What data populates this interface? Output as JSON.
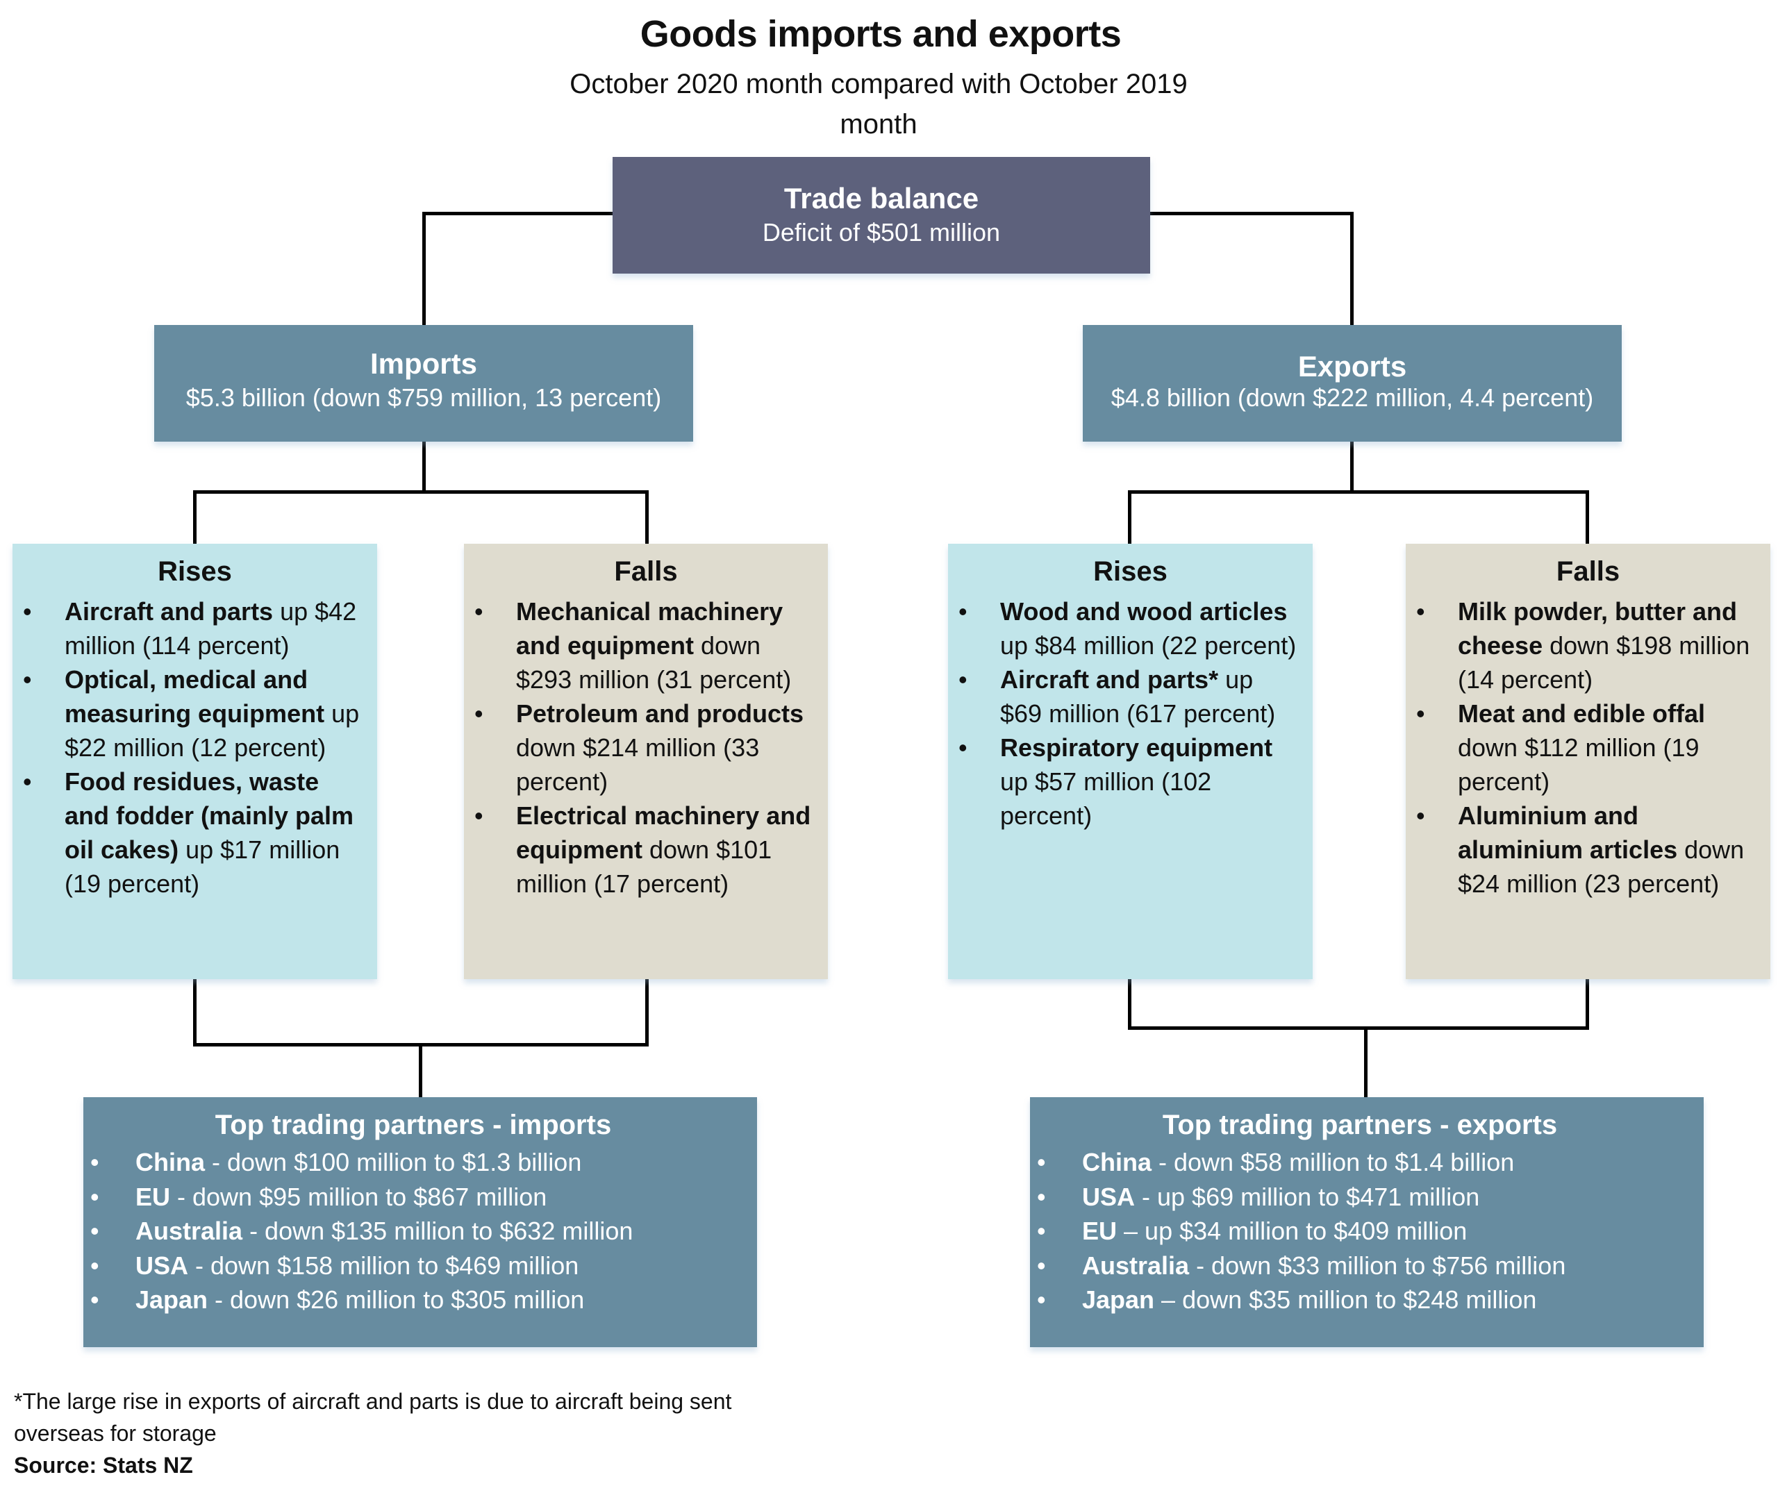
{
  "header": {
    "title": "Goods imports and exports",
    "subtitle_line1": "October 2020 month compared with October 2019",
    "subtitle_line2": "month"
  },
  "colors": {
    "trade_balance": "#5d617c",
    "summary_boxes": "#678ca0",
    "rises": "#c1e5ea",
    "falls": "#dfdccf",
    "connector": "#000000"
  },
  "trade_balance": {
    "title": "Trade balance",
    "value": "Deficit of $501 million"
  },
  "imports": {
    "title": "Imports",
    "value": "$5.3 billion (down $759 million, 13 percent)",
    "rises": {
      "title": "Rises",
      "items": [
        {
          "bold": "Aircraft and parts",
          "text": " up $42 million (114 percent)"
        },
        {
          "bold": "Optical, medical and measuring equipment",
          "text": " up $22 million (12 percent)"
        },
        {
          "bold": "Food residues, waste and fodder (mainly palm oil cakes)",
          "text": " up $17 million (19 percent)"
        }
      ]
    },
    "falls": {
      "title": "Falls",
      "items": [
        {
          "bold": "Mechanical machinery and equipment",
          "text": " down $293 million (31 percent)"
        },
        {
          "bold": "Petroleum and products",
          "text": " down $214 million (33 percent)"
        },
        {
          "bold": "Electrical machinery and equipment",
          "text": " down $101 million (17 percent)"
        }
      ]
    },
    "partners": {
      "title": "Top trading partners - imports",
      "items": [
        {
          "bold": "China",
          "text": " - down $100 million to $1.3 billion"
        },
        {
          "bold": "EU",
          "text": " - down $95 million to $867 million"
        },
        {
          "bold": "Australia",
          "text": " - down $135 million to $632 million"
        },
        {
          "bold": "USA",
          "text": " - down $158 million to $469 million"
        },
        {
          "bold": "Japan",
          "text": " - down $26 million to $305 million"
        }
      ]
    }
  },
  "exports": {
    "title": "Exports",
    "value": "$4.8 billion (down $222 million, 4.4 percent)",
    "rises": {
      "title": "Rises",
      "items": [
        {
          "bold": "Wood and wood articles",
          "text": " up $84 million (22 percent)"
        },
        {
          "bold": "Aircraft and parts*",
          "text": " up $69 million (617 percent)"
        },
        {
          "bold": "Respiratory equipment",
          "text": " up $57 million (102 percent)"
        }
      ]
    },
    "falls": {
      "title": "Falls",
      "items": [
        {
          "bold": "Milk powder, butter and cheese",
          "text": " down $198 million (14 percent)"
        },
        {
          "bold": "Meat and edible offal",
          "text": " down $112 million (19 percent)"
        },
        {
          "bold": "Aluminium and aluminium articles",
          "text": " down $24 million (23 percent)"
        }
      ]
    },
    "partners": {
      "title": "Top trading partners - exports",
      "items": [
        {
          "bold": "China",
          "text": " - down $58 million to $1.4 billion"
        },
        {
          "bold": "USA",
          "text": " - up $69 million to $471 million"
        },
        {
          "bold": "EU",
          "text": " – up $34 million to $409 million"
        },
        {
          "bold": "Australia",
          "text": " - down $33 million to $756 million"
        },
        {
          "bold": "Japan",
          "text": " – down $35 million to $248 million"
        }
      ]
    }
  },
  "bullet_glyph": "•",
  "footer": {
    "footnote": "*The large rise in exports of aircraft and parts is due to aircraft being sent overseas for storage",
    "source": "Source: Stats NZ"
  }
}
